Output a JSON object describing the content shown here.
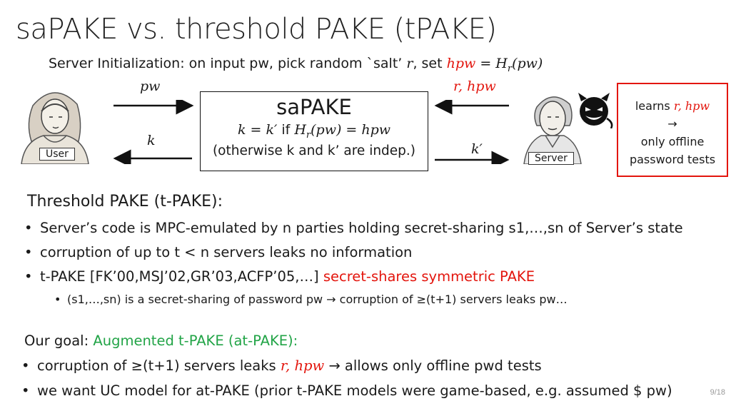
{
  "title": "saPAKE vs. threshold PAKE (tPAKE)",
  "init": {
    "prefix": "Server Initialization:  on input pw, pick random `salt’ ",
    "r": "r",
    "mid": ", set ",
    "hpw": "hpw",
    "eq": " = H",
    "sub": "r",
    "arg": "(pw)"
  },
  "diagram": {
    "pw_label": "pw",
    "k_label": "k",
    "rhpw_label": "r, hpw",
    "kprime_label": "k′",
    "box_title": "saPAKE",
    "box_eq_left": "k = k′",
    "box_eq_if": " if ",
    "box_eq_h": "H",
    "box_eq_sub": "r",
    "box_eq_right": "(pw) = hpw",
    "box_other": "(otherwise k and k’ are indep.)",
    "user_tag": "User",
    "server_tag": "Server",
    "redbox": {
      "learns": "learns ",
      "rhpw": "r, hpw",
      "arrow": "→",
      "line2": "only offline",
      "line3": "password tests"
    }
  },
  "threshold": {
    "heading": "Threshold PAKE (t-PAKE):",
    "b1": "Server’s code is MPC-emulated by n parties holding secret-sharing s1,…,sn of Server’s state",
    "b2": "corruption of up to t < n servers leaks no information",
    "b3_pre": "t-PAKE [FK’00,MSJ’02,GR’03,ACFP’05,…] ",
    "b3_red": "secret-shares symmetric PAKE",
    "sub1": "(s1,…,sn) is a secret-sharing of password pw  →  corruption of ≥(t+1) servers leaks pw…"
  },
  "goal": {
    "label": "Our goal:  ",
    "green": "Augmented t-PAKE (at-PAKE):",
    "b1_pre": "corruption of ≥(t+1) servers leaks ",
    "b1_red": "r, hpw",
    "b1_post": " → allows only offline pwd tests",
    "b2": "we want UC model for at-PAKE (prior t-PAKE models were game-based, e.g. assumed $ pw)"
  },
  "page_number": "9/18",
  "colors": {
    "red": "#e3150d",
    "green": "#22a447"
  }
}
